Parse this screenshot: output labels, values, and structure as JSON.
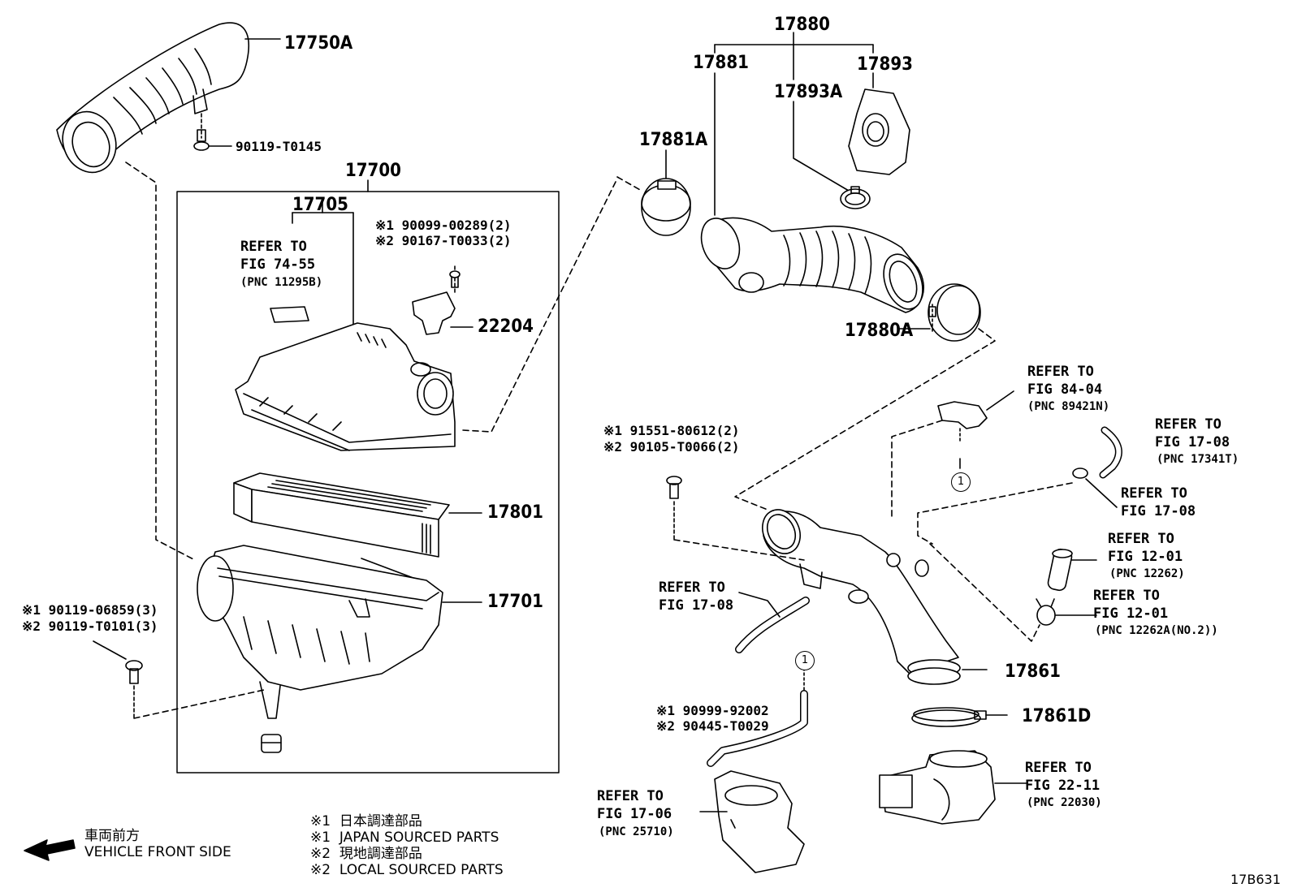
{
  "part_numbers": {
    "p17750A": "17750A",
    "p17700": "17700",
    "p17705": "17705",
    "p17801": "17801",
    "p17701": "17701",
    "p22204": "22204",
    "p17880": "17880",
    "p17881": "17881",
    "p17893": "17893",
    "p17893A": "17893A",
    "p17881A": "17881A",
    "p17880A": "17880A",
    "p17861": "17861",
    "p17861D": "17861D",
    "fig_code": "17B631"
  },
  "fasteners": {
    "bolt_90119_T0145": "90119-T0145",
    "sensor_screws_1": "※1 90099-00289(2)",
    "sensor_screws_2": "※2 90167-T0033(2)",
    "case_bolts_1": "※1 90119-06859(3)",
    "case_bolts_2": "※2 90119-T0101(3)",
    "pipe_bolts_1": "※1 91551-80612(2)",
    "pipe_bolts_2": "※2 90105-T0066(2)",
    "hose_1": "※1 90999-92002",
    "hose_2": "※2 90445-T0029"
  },
  "references": {
    "r1_line1": "REFER TO",
    "r1_line2": "FIG 74-55",
    "r1_pnc": "(PNC 11295B)",
    "r2_line1": "REFER TO",
    "r2_line2": "FIG 84-04",
    "r2_pnc": "(PNC 89421N)",
    "r3_line1": "REFER TO",
    "r3_line2": "FIG 17-08",
    "r3_pnc": "(PNC 17341T)",
    "r4_line1": "REFER TO",
    "r4_line2": "FIG 17-08",
    "r5_line1": "REFER TO",
    "r5_line2": "FIG 12-01",
    "r5_pnc": "(PNC 12262)",
    "r6_line1": "REFER TO",
    "r6_line2": "FIG 12-01",
    "r6_pnc": "(PNC 12262A(NO.2))",
    "r7_line1": "REFER TO",
    "r7_line2": "FIG 17-08",
    "r8_line1": "REFER TO",
    "r8_line2": "FIG 17-06",
    "r8_pnc": "(PNC 25710)",
    "r9_line1": "REFER TO",
    "r9_line2": "FIG 22-11",
    "r9_pnc": "(PNC 22030)"
  },
  "circle_marker": "1",
  "legend": {
    "front_jp": "車両前方",
    "front_en": "VEHICLE FRONT SIDE",
    "l1_jp": "※1  日本調達部品",
    "l1_en": "※1  JAPAN SOURCED PARTS",
    "l2_jp": "※2  現地調達部品",
    "l2_en": "※2  LOCAL SOURCED PARTS"
  }
}
